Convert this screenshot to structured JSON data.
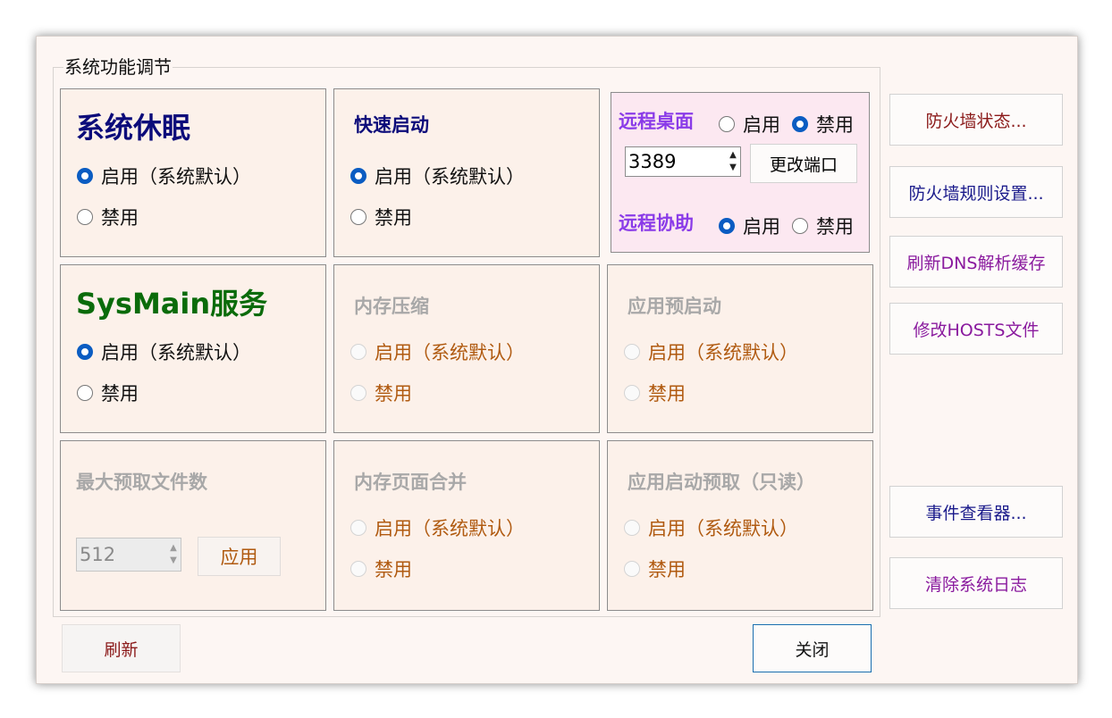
{
  "group_title": "系统功能调节",
  "panels": {
    "sleep": {
      "title": "系统休眠",
      "opt_enable": "启用（系统默认）",
      "opt_disable": "禁用",
      "title_color": "#0b0b7a"
    },
    "fastboot": {
      "title": "快速启动",
      "opt_enable": "启用（系统默认）",
      "opt_disable": "禁用",
      "title_color": "#0b0b7a"
    },
    "remote": {
      "desktop_title": "远程桌面",
      "desktop_enable": "启用",
      "desktop_disable": "禁用",
      "port_value": "3389",
      "change_port": "更改端口",
      "assist_title": "远程协助",
      "assist_enable": "启用",
      "assist_disable": "禁用",
      "title_color": "#8a3be8"
    },
    "sysmain": {
      "title": "SysMain服务",
      "opt_enable": "启用（系统默认）",
      "opt_disable": "禁用",
      "title_color": "#0a6b0a"
    },
    "memcompress": {
      "title": "内存压缩",
      "opt_enable": "启用（系统默认）",
      "opt_disable": "禁用"
    },
    "appprelaunch": {
      "title": "应用预启动",
      "opt_enable": "启用（系统默认）",
      "opt_disable": "禁用"
    },
    "prefetch": {
      "title": "最大预取文件数",
      "value": "512",
      "apply": "应用"
    },
    "pagecombine": {
      "title": "内存页面合并",
      "opt_enable": "启用（系统默认）",
      "opt_disable": "禁用"
    },
    "launchprefetch": {
      "title": "应用启动预取（只读）",
      "opt_enable": "启用（系统默认）",
      "opt_disable": "禁用"
    }
  },
  "side_buttons": {
    "firewall_status": "防火墙状态...",
    "firewall_rules": "防火墙规则设置...",
    "flush_dns": "刷新DNS解析缓存",
    "edit_hosts": "修改HOSTS文件",
    "event_viewer": "事件查看器...",
    "clear_logs": "清除系统日志"
  },
  "bottom": {
    "refresh": "刷新",
    "close": "关闭"
  },
  "colors": {
    "disabled_text": "#b05a10",
    "radio_checked": "#0a5cc2",
    "panel_bg": "#fcf1ea"
  }
}
